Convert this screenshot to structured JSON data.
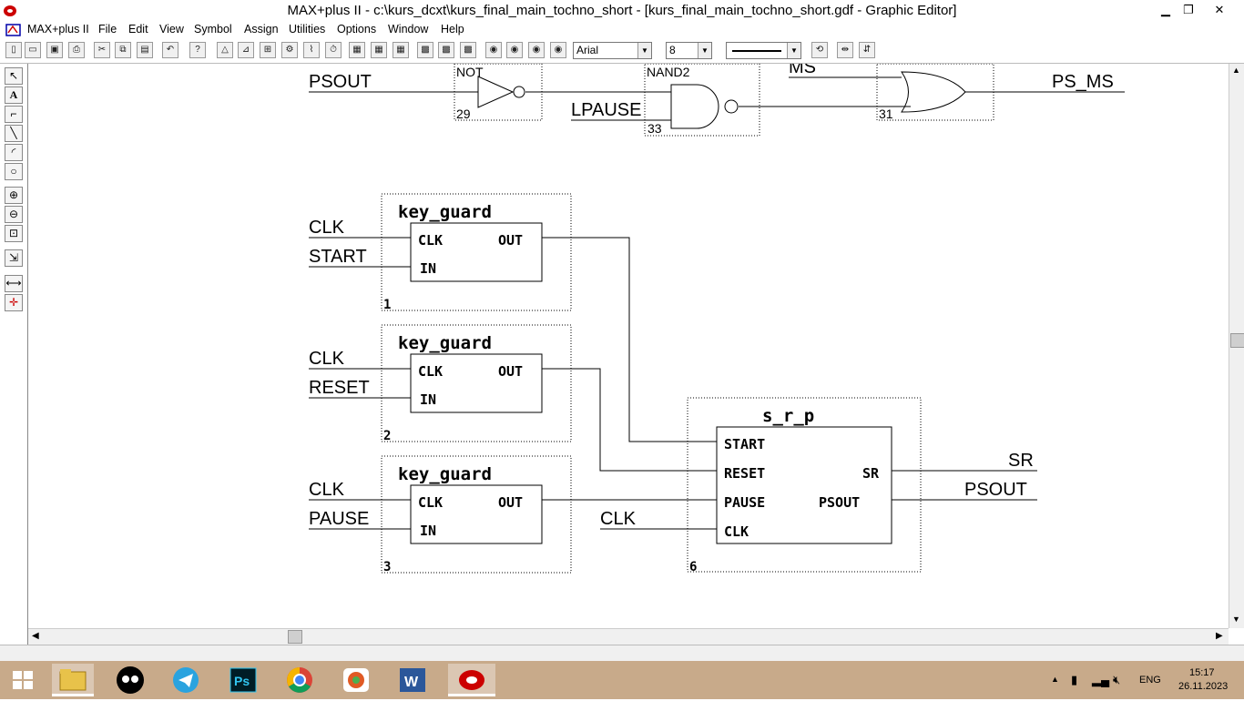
{
  "window": {
    "title": "MAX+plus II - c:\\kurs_dcxt\\kurs_final_main_tochno_short - [kurs_final_main_tochno_short.gdf - Graphic Editor]",
    "minimize": "▁",
    "restore": "❐",
    "close": "✕"
  },
  "menubar": {
    "app_label": "MAX+plus II",
    "items": [
      "File",
      "Edit",
      "View",
      "Symbol",
      "Assign",
      "Utilities",
      "Options",
      "Window",
      "Help"
    ],
    "mdi": [
      "_",
      "❐",
      "✕"
    ]
  },
  "toolbar": {
    "font_name": "Arial",
    "font_size": "8",
    "line_style": "solid",
    "icons": [
      "new-icon",
      "open-icon",
      "save-icon",
      "print-icon",
      "cut-icon",
      "copy-icon",
      "paste-icon",
      "undo-icon",
      "help-icon",
      "hierarchy-up-icon",
      "hierarchy-icon",
      "floorplan-icon",
      "compiler-icon",
      "simulator-icon",
      "timing-icon",
      "programmer-icon",
      "project-save-icon",
      "project-save-check-icon",
      "project-save-compile-icon",
      "project-save-simulate-icon"
    ]
  },
  "palette": {
    "tools": [
      "pointer-icon",
      "text-icon",
      "orthogonal-line-icon",
      "diagonal-line-icon",
      "arc-icon",
      "circle-icon",
      "zoom-in-icon",
      "zoom-out-icon",
      "fit-window-icon",
      "rubberband-icon",
      "connect-icon",
      "cross-icon"
    ]
  },
  "schematic": {
    "top_inputs": {
      "psout": "PSOUT",
      "lpause": "LPAUSE",
      "ms": "MS"
    },
    "top_output": "PS_MS",
    "gates": [
      {
        "type": "NOT",
        "label": "NOT",
        "number": "29"
      },
      {
        "type": "NAND2",
        "label": "NAND2",
        "number": "33"
      },
      {
        "type": "OR2",
        "label": "",
        "number": "31"
      }
    ],
    "key_guards": [
      {
        "name": "key_guard",
        "number": "1",
        "in_pins": [
          "CLK",
          "IN"
        ],
        "out_pin": "OUT",
        "inputs": [
          "CLK",
          "START"
        ]
      },
      {
        "name": "key_guard",
        "number": "2",
        "in_pins": [
          "CLK",
          "IN"
        ],
        "out_pin": "OUT",
        "inputs": [
          "CLK",
          "RESET"
        ]
      },
      {
        "name": "key_guard",
        "number": "3",
        "in_pins": [
          "CLK",
          "IN"
        ],
        "out_pin": "OUT",
        "inputs": [
          "CLK",
          "PAUSE"
        ]
      }
    ],
    "srp": {
      "name": "s_r_p",
      "number": "6",
      "in_pins": [
        "START",
        "RESET",
        "PAUSE",
        "CLK"
      ],
      "out_pins": [
        "SR",
        "PSOUT"
      ],
      "clk_input": "CLK",
      "outputs": [
        "SR",
        "PSOUT"
      ]
    }
  },
  "taskbar": {
    "apps": [
      "start-icon",
      "file-explorer-icon",
      "messenger-icon",
      "telegram-icon",
      "photoshop-icon",
      "chrome-icon",
      "app-icon",
      "word-icon",
      "maxplus-icon"
    ],
    "language": "ENG",
    "time": "15:17",
    "date": "26.11.2023"
  }
}
